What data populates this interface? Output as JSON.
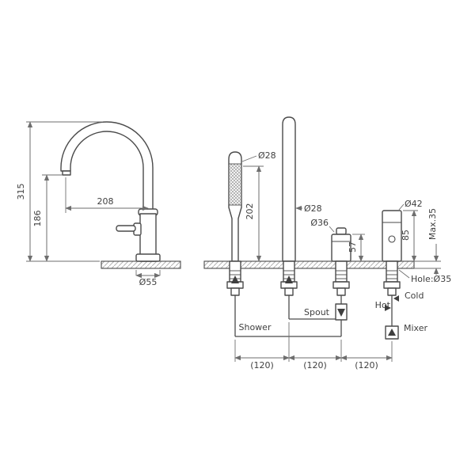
{
  "left_view": {
    "total_height": "315",
    "spout_height": "186",
    "spout_reach": "208",
    "base_diameter": "Ø55"
  },
  "install_view": {
    "handshower_diameter": "Ø28",
    "handshower_length": "202",
    "spout_diameter": "Ø28",
    "diverter_diameter": "Ø36",
    "diverter_height": "57",
    "valve_diameter": "Ø42",
    "valve_height": "85",
    "deck_thickness": "Max.35",
    "hole_diameter": "Hole:Ø35",
    "port_shower": "Shower",
    "port_spout": "Spout",
    "port_hot": "Hot",
    "port_cold": "Cold",
    "port_mixer": "Mixer",
    "spacings": [
      "(120)",
      "(120)",
      "(120)"
    ]
  }
}
